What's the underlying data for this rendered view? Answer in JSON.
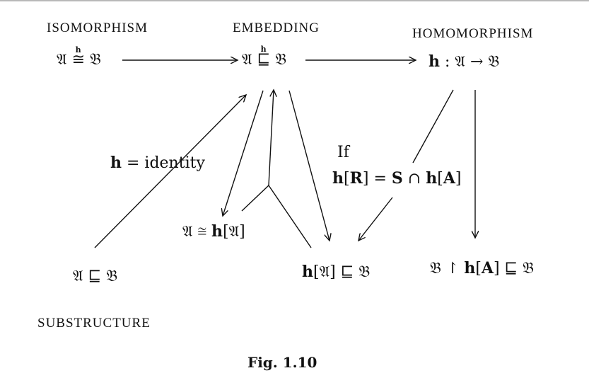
{
  "labels": {
    "isomorphism": "ISOMORPHISM",
    "embedding": "EMBEDDING",
    "homomorphism": "HOMOMORPHISM",
    "substructure": "SUBSTRUCTURE"
  },
  "nodes": {
    "iso_a": "𝔄",
    "iso_rel": "≅",
    "iso_h": "h",
    "iso_b": "𝔅",
    "emb_a": "𝔄",
    "emb_rel": "⊑",
    "emb_h": "h",
    "emb_b": "𝔅",
    "hom_h": "h",
    "hom_rest": " : 𝔄 → 𝔅",
    "sub": "𝔄 ⊑ 𝔅",
    "img_iso_pre": "𝔄 ≅ ",
    "img_iso_h": "h",
    "img_iso_post": "[𝔄]",
    "img_sub_h": "h",
    "img_sub_post": "[𝔄] ⊑ 𝔅",
    "restr_pre": "𝔅 ↾ ",
    "restr_h": "h",
    "restr_mid": "[",
    "restr_A": "A",
    "restr_post": "] ⊑ 𝔅"
  },
  "annotations": {
    "h_identity_h": "h",
    "h_identity_rest": " =  identity",
    "if": "If",
    "cond_h1": "h",
    "cond_1": "[",
    "cond_R": "R",
    "cond_2": "] = ",
    "cond_S": "S",
    "cond_3": " ∩ ",
    "cond_h2": "h",
    "cond_4": "[",
    "cond_A": "A",
    "cond_5": "]"
  },
  "caption": "Fig. 1.10"
}
